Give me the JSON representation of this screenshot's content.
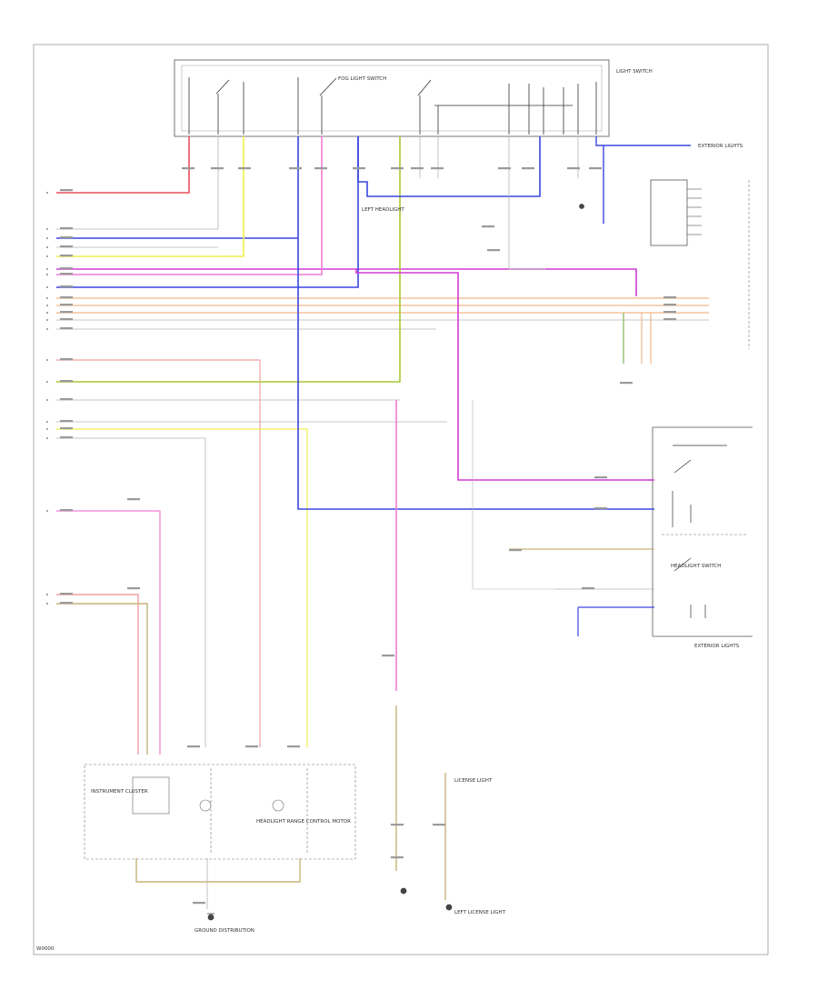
{
  "diagram": {
    "page_code": "W0000",
    "labels": {
      "light_switch": "LIGHT SWITCH",
      "fog_light_switch": "FOG LIGHT SWITCH",
      "left_headlight": "LEFT HEADLIGHT",
      "exterior_lights_top": "EXTERIOR LIGHTS",
      "exterior_lights_right": "EXTERIOR LIGHTS",
      "instrument_cluster": "INSTRUMENT CLUSTER",
      "headlight_range_motor": "HEADLIGHT RANGE CONTROL MOTOR",
      "headlight_switch": "HEADLIGHT SWITCH",
      "ground_distribution": "GROUND DISTRIBUTION",
      "license_light": "LICENSE LIGHT",
      "left_license_light": "LEFT LICENSE LIGHT"
    },
    "wire_colors": {
      "red": "#e8505a",
      "yellow": "#f2f04a",
      "blue": "#3a46e0",
      "violet": "#d23ad6",
      "pink": "#f07cd6",
      "orange": "#f4b888",
      "olive": "#a8c832",
      "tan": "#c8b478",
      "gray": "#b4b4b4",
      "green": "#82b45a",
      "rose": "#f0a0a0",
      "brown": "#a06e3c"
    }
  }
}
